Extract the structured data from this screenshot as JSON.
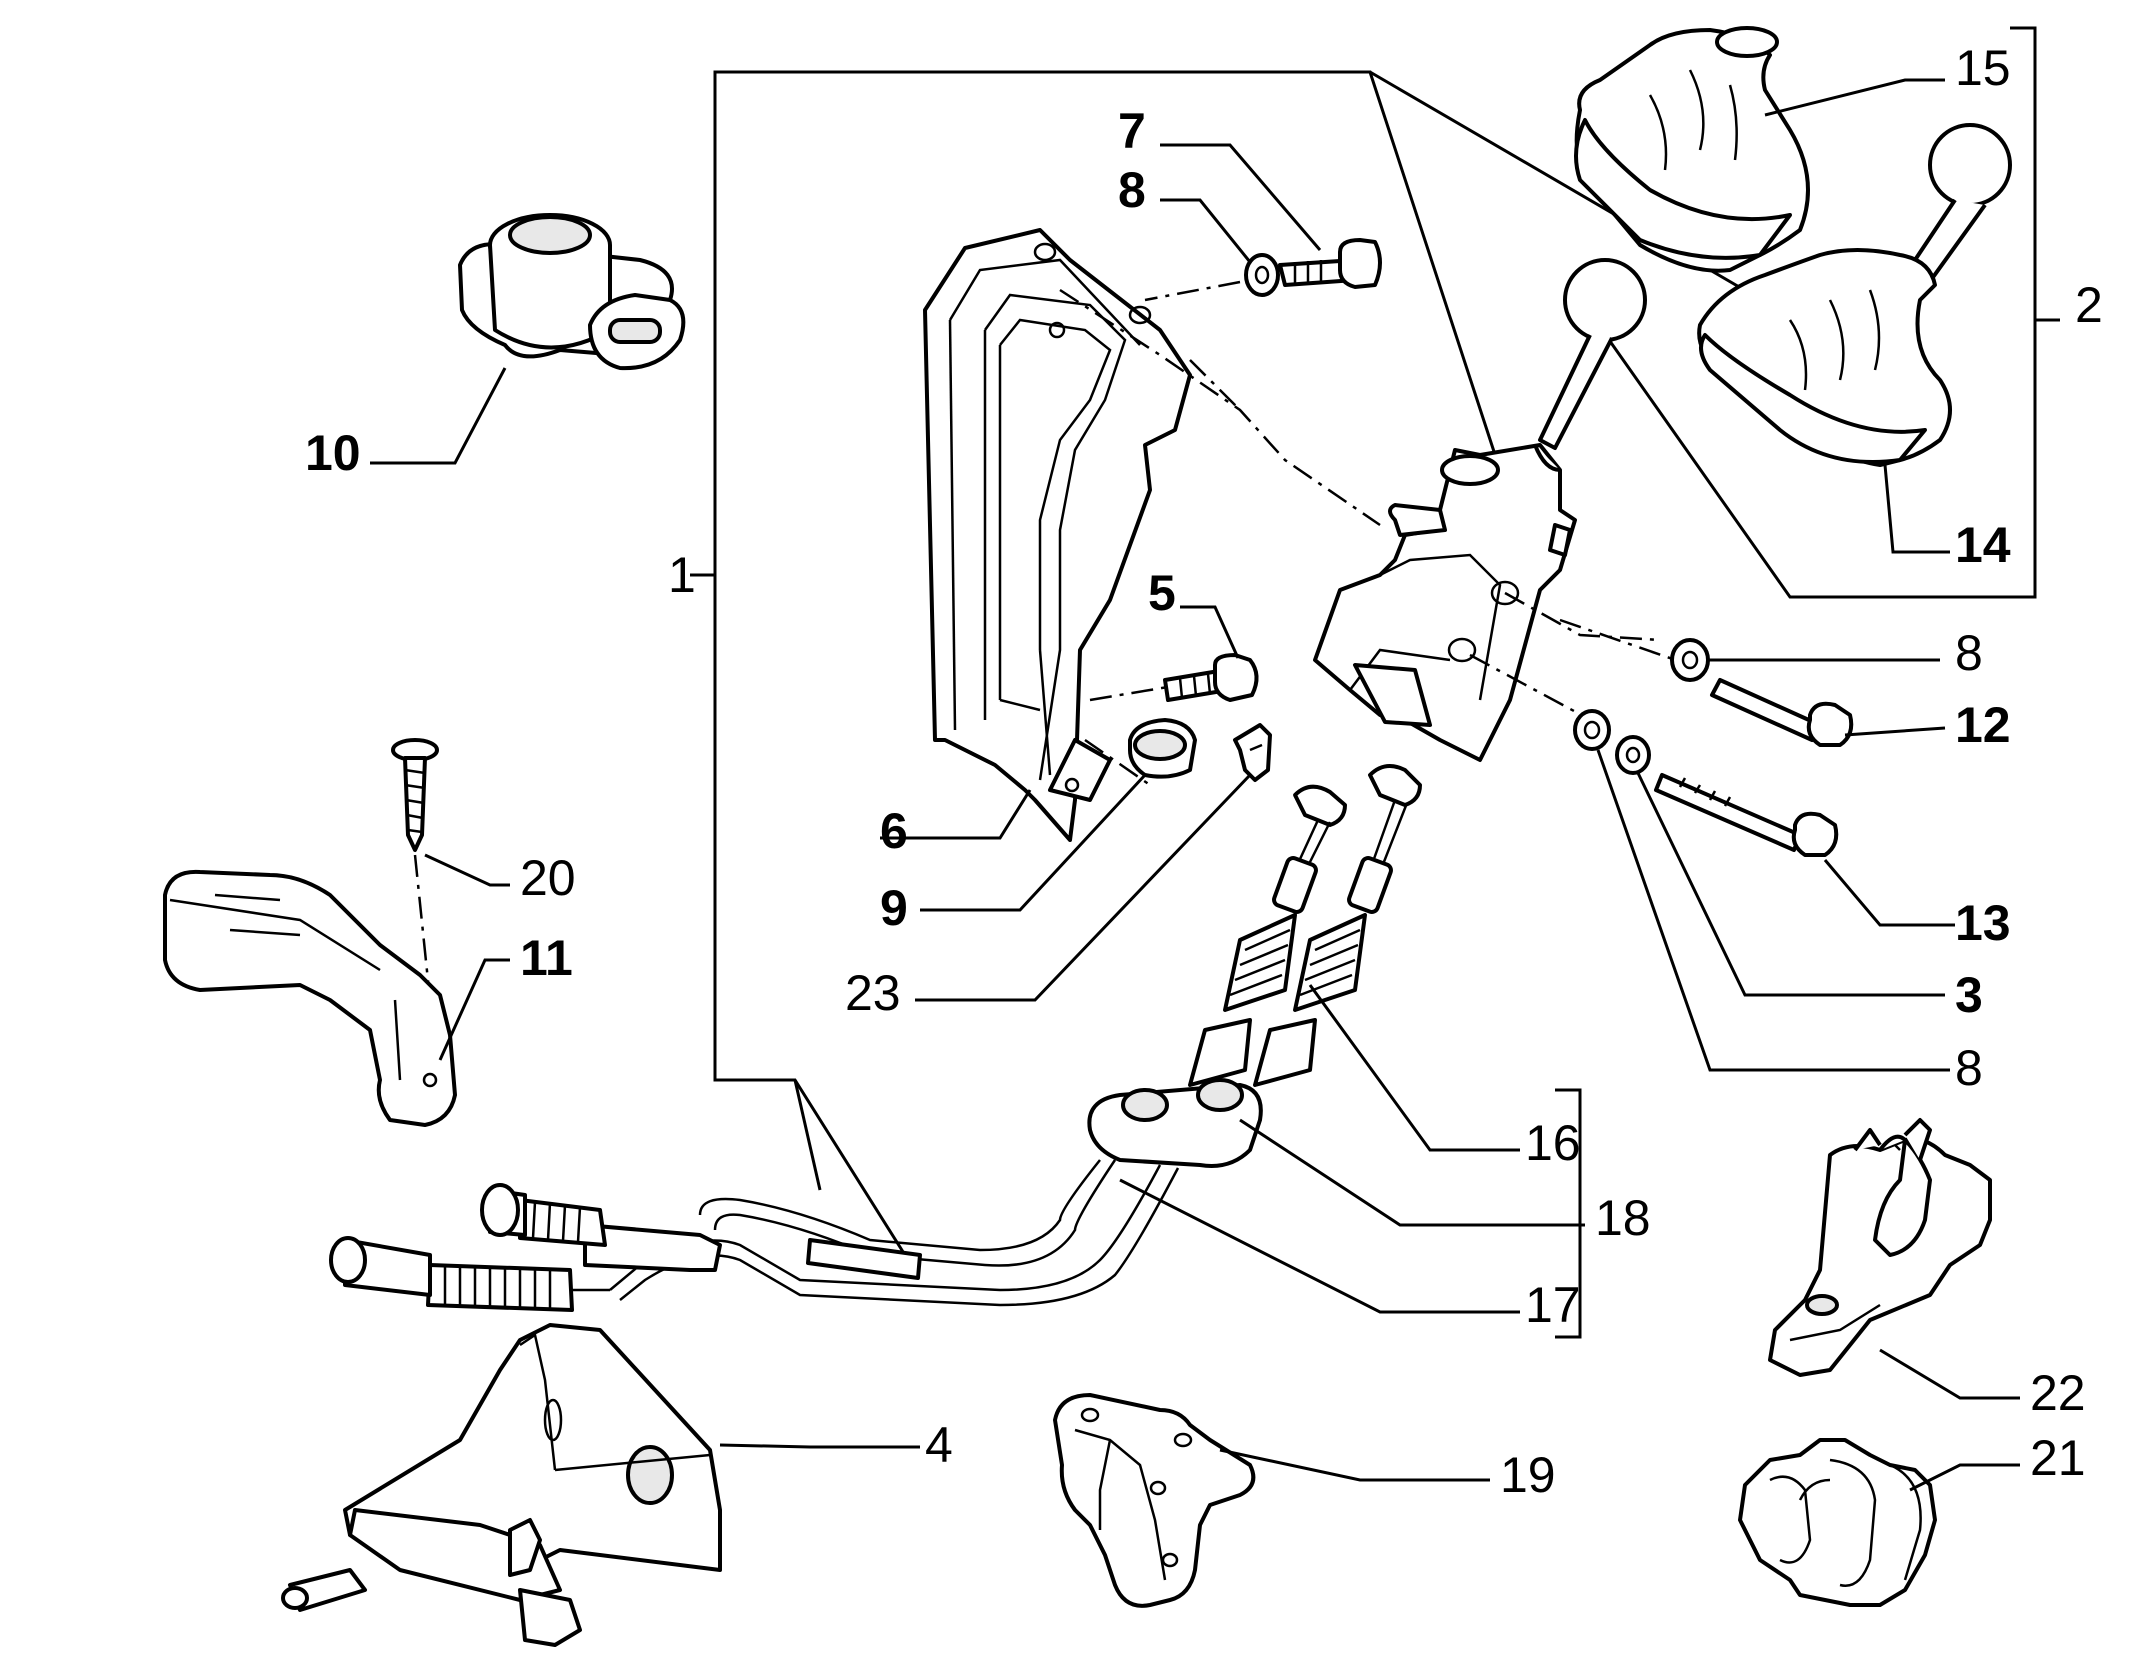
{
  "labels": [
    {
      "id": "1",
      "text": "1",
      "bold": false
    },
    {
      "id": "2",
      "text": "2",
      "bold": false
    },
    {
      "id": "3",
      "text": "3",
      "bold": true
    },
    {
      "id": "4",
      "text": "4",
      "bold": false
    },
    {
      "id": "5",
      "text": "5",
      "bold": true
    },
    {
      "id": "6",
      "text": "6",
      "bold": true
    },
    {
      "id": "7",
      "text": "7",
      "bold": true
    },
    {
      "id": "8a",
      "text": "8",
      "bold": true
    },
    {
      "id": "8b",
      "text": "8",
      "bold": false
    },
    {
      "id": "8c",
      "text": "8",
      "bold": false
    },
    {
      "id": "9",
      "text": "9",
      "bold": true
    },
    {
      "id": "10",
      "text": "10",
      "bold": true
    },
    {
      "id": "11",
      "text": "11",
      "bold": true
    },
    {
      "id": "12",
      "text": "12",
      "bold": true
    },
    {
      "id": "13",
      "text": "13",
      "bold": true
    },
    {
      "id": "14",
      "text": "14",
      "bold": true
    },
    {
      "id": "15",
      "text": "15",
      "bold": false
    },
    {
      "id": "16",
      "text": "16",
      "bold": false
    },
    {
      "id": "17",
      "text": "17",
      "bold": false
    },
    {
      "id": "18",
      "text": "18",
      "bold": false
    },
    {
      "id": "19",
      "text": "19",
      "bold": false
    },
    {
      "id": "20",
      "text": "20",
      "bold": false
    },
    {
      "id": "21",
      "text": "21",
      "bold": false
    },
    {
      "id": "22",
      "text": "22",
      "bold": false
    },
    {
      "id": "23",
      "text": "23",
      "bold": false
    }
  ]
}
